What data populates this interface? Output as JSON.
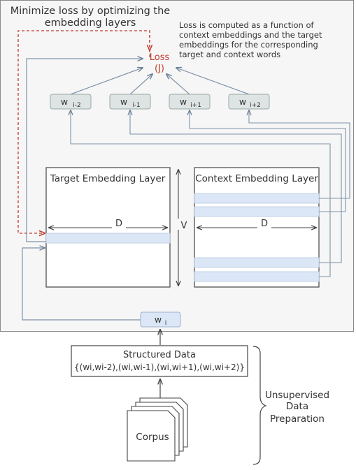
{
  "header": {
    "title_lines": [
      "Minimize loss by optimizing the",
      "embedding layers"
    ]
  },
  "note": {
    "lines": [
      "Loss is computed as a function of",
      "context embeddings and the target",
      "embeddings for the corresponding",
      "target and context words"
    ]
  },
  "loss": {
    "label": "Loss",
    "symbol": "(J)"
  },
  "context_words": [
    {
      "base": "w",
      "sub": "i-2"
    },
    {
      "base": "w",
      "sub": "i-1"
    },
    {
      "base": "w",
      "sub": "i+1"
    },
    {
      "base": "w",
      "sub": "i+2"
    }
  ],
  "target_layer": {
    "title": "Target Embedding Layer",
    "dim_label": "D"
  },
  "context_layer": {
    "title": "Context Embedding Layer",
    "dim_label": "D"
  },
  "vocab_label": "V",
  "target_word": {
    "base": "w",
    "sub": "i"
  },
  "structured": {
    "title": "Structured Data",
    "pairs_text": "{(wi,wi-2),(wi,wi-1),(wi,wi+1),(wi,wi+2)}"
  },
  "corpus": {
    "label": "Corpus"
  },
  "unsupervised": {
    "lines": [
      "Unsupervised",
      "Data",
      "Preparation"
    ]
  },
  "colors": {
    "loss_red": "#c0392b",
    "arrow_blue": "#7f93aa",
    "highlight_row": "#dbe7f7",
    "word_box": "#dde4e3",
    "panel_bg": "#f6f6f6"
  }
}
